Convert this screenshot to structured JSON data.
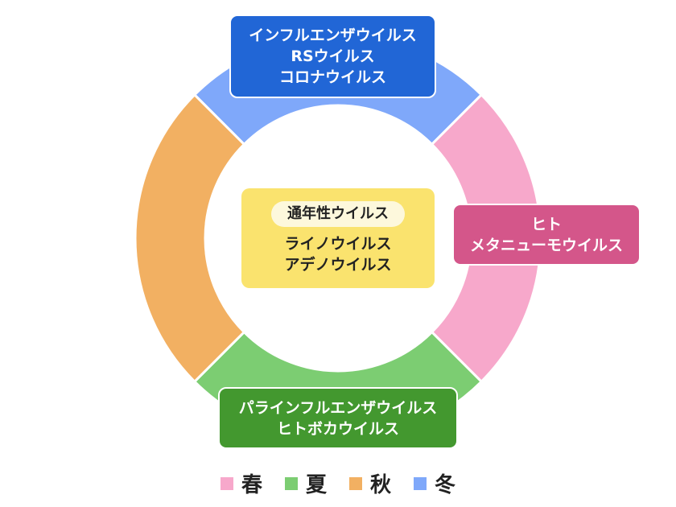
{
  "segments": [
    {
      "season": "winter",
      "color": "#7fa8fa"
    },
    {
      "season": "spring",
      "color": "#f7a8cb"
    },
    {
      "season": "summer",
      "color": "#7ccd72"
    },
    {
      "season": "autumn",
      "color": "#f2b062"
    }
  ],
  "winter_box": {
    "lines": [
      "インフルエンザウイルス",
      "RSウイルス",
      "コロナウイルス"
    ],
    "color": "#2166d6"
  },
  "spring_box": {
    "lines": [
      "ヒト",
      "メタニューモウイルス"
    ],
    "color": "#d4568a"
  },
  "summer_box": {
    "lines": [
      "パラインフルエンザウイルス",
      "ヒトボカウイルス"
    ],
    "color": "#43982f"
  },
  "center_box": {
    "heading": "通年性ウイルス",
    "lines": [
      "ライノウイルス",
      "アデノウイルス"
    ],
    "color": "#fae36e"
  },
  "legend": [
    {
      "label": "春",
      "color": "#f7a8cb"
    },
    {
      "label": "夏",
      "color": "#7ccd72"
    },
    {
      "label": "秋",
      "color": "#f2b062"
    },
    {
      "label": "冬",
      "color": "#7fa8fa"
    }
  ]
}
